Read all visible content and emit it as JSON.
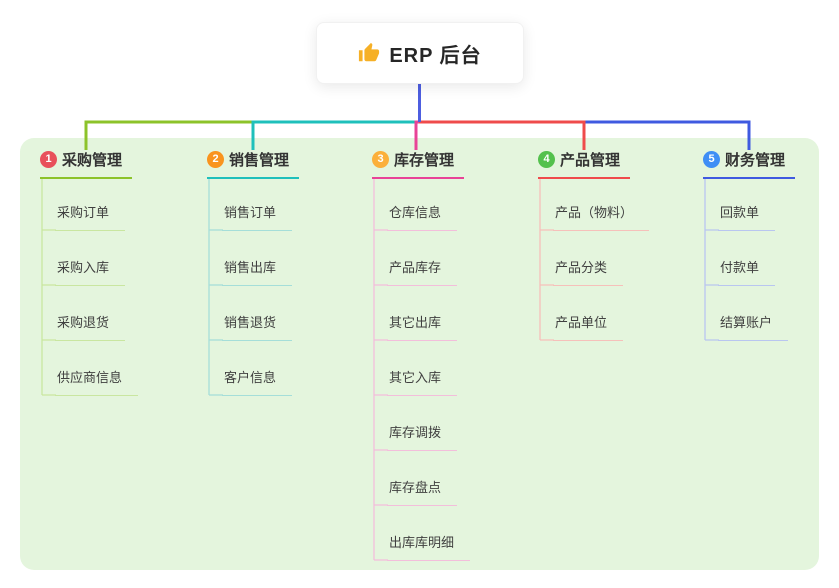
{
  "root": {
    "label": "ERP 后台",
    "icon": "thumbs-up-icon"
  },
  "branches": [
    {
      "index": "1",
      "title": "采购管理",
      "badge_color": "#e8505b",
      "line_color": "#8cc32a",
      "child_line_color": "#c9e6a0",
      "children": [
        "采购订单",
        "采购入库",
        "采购退货",
        "供应商信息"
      ]
    },
    {
      "index": "2",
      "title": "销售管理",
      "badge_color": "#f9941e",
      "line_color": "#1fc0bb",
      "child_line_color": "#a5ded9",
      "children": [
        "销售订单",
        "销售出库",
        "销售退货",
        "客户信息"
      ]
    },
    {
      "index": "3",
      "title": "库存管理",
      "badge_color": "#fbb03b",
      "line_color": "#e84397",
      "child_line_color": "#f3bedb",
      "children": [
        "仓库信息",
        "产品库存",
        "其它出库",
        "其它入库",
        "库存调拨",
        "库存盘点",
        "出库库明细"
      ]
    },
    {
      "index": "4",
      "title": "产品管理",
      "badge_color": "#54c14d",
      "line_color": "#ef4b4b",
      "child_line_color": "#f6c0ba",
      "children": [
        "产品（物料）",
        "产品分类",
        "产品单位"
      ]
    },
    {
      "index": "5",
      "title": "财务管理",
      "badge_color": "#3f8ef5",
      "line_color": "#3f5ae0",
      "child_line_color": "#b9c6f0",
      "children": [
        "回款单",
        "付款单",
        "结算账户"
      ]
    }
  ],
  "colors": {
    "panel_bg": "#e4f5dd",
    "root_stem": "#4d5ee0",
    "icon": "#f6b026"
  }
}
